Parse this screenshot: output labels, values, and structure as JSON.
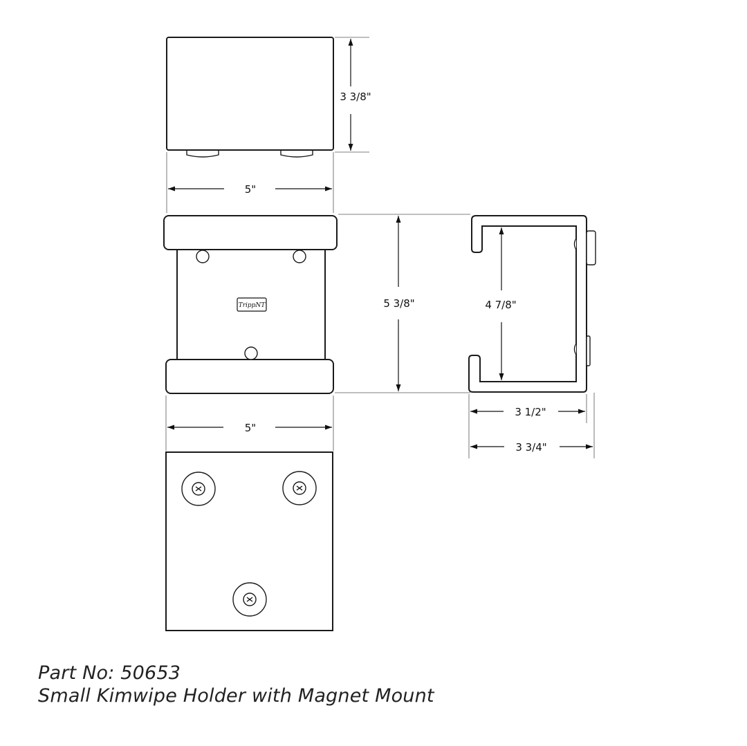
{
  "part_number": "Part No: 50653",
  "description": "Small Kimwipe Holder with Magnet Mount",
  "logo_text": "TrippNT",
  "dimensions": {
    "top_height": "3 3/8\"",
    "top_width": "5\"",
    "front_height": "5 3/8\"",
    "front_width": "5\"",
    "side_inner_height": "4 7/8\"",
    "side_inner_depth": "3 1/2\"",
    "side_overall_depth": "3 3/4\""
  }
}
